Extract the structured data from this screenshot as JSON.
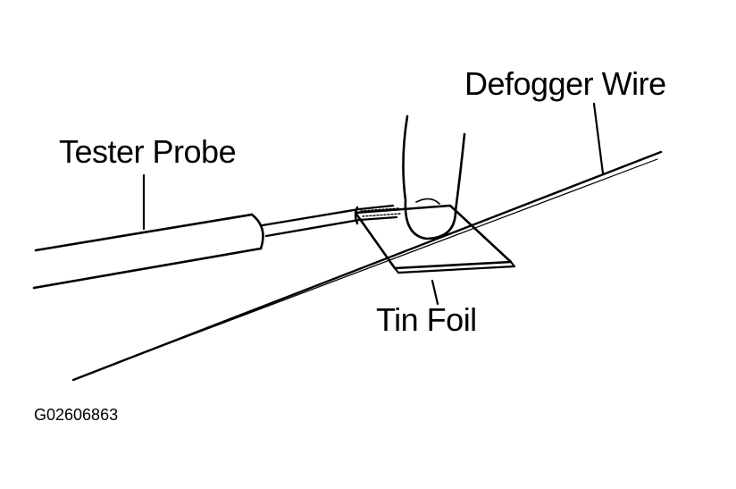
{
  "labels": {
    "defogger_wire": "Defogger Wire",
    "tester_probe": "Tester Probe",
    "tin_foil": "Tin Foil",
    "figure_id": "G02606863"
  },
  "colors": {
    "ink": "#000000",
    "paper": "#ffffff"
  }
}
